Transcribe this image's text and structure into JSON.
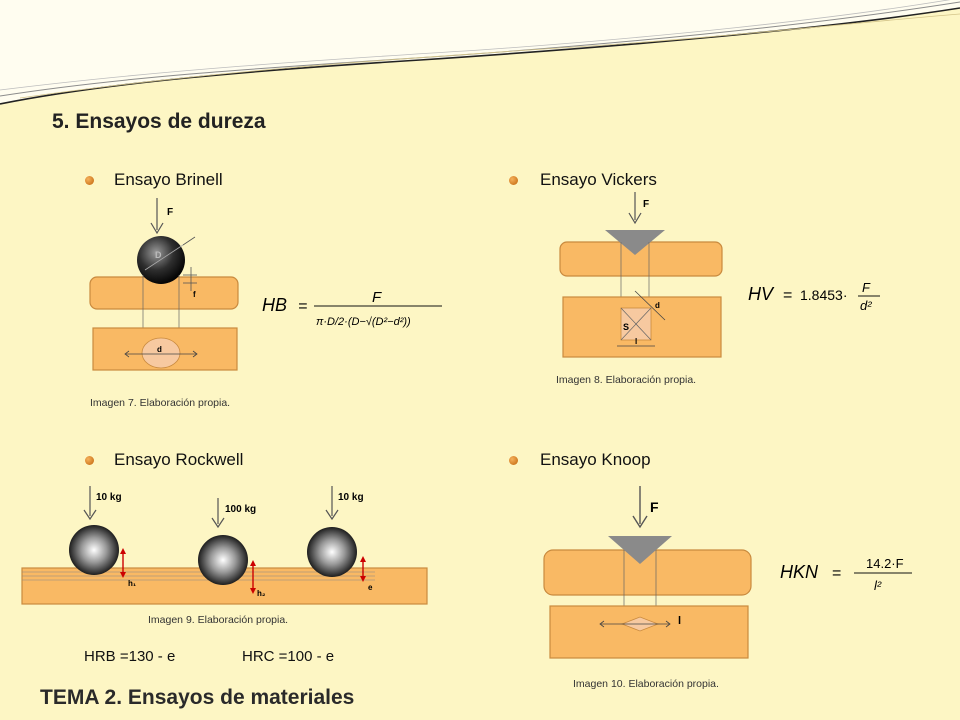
{
  "slide": {
    "title_number": "5.",
    "title_text": "Ensayos de dureza",
    "footer": "TEMA 2. Ensayos de materiales"
  },
  "brinell": {
    "label": "Ensayo Brinell",
    "caption": "Imagen 7. Elaboración propia.",
    "diagram": {
      "force": "F",
      "diameter": "D",
      "depth": "f",
      "imprint": "d"
    },
    "formula": {
      "lhs": "HB",
      "numerator": "F",
      "denominator": "π·D/2·(D−√(D²−d²))"
    }
  },
  "vickers": {
    "label": "Ensayo Vickers",
    "caption": "Imagen 8. Elaboración propia.",
    "diagram": {
      "force": "F",
      "diagonal": "d",
      "area": "S",
      "side": "l"
    },
    "formula": {
      "lhs": "HV",
      "coef": "1.8453·",
      "numerator": "F",
      "denominator": "d²"
    }
  },
  "rockwell": {
    "label": "Ensayo Rockwell",
    "caption": "Imagen 9. Elaboración propia.",
    "diagram": {
      "load1": "10 kg",
      "load2": "100 kg",
      "load3": "10 kg",
      "h1": "h₁",
      "h2": "h₂",
      "e": "e"
    },
    "hrb": "HRB =130 - e",
    "hrc": "HRC =100 - e"
  },
  "knoop": {
    "label": "Ensayo Knoop",
    "caption": "Imagen 10. Elaboración propia.",
    "diagram": {
      "force": "F",
      "length": "l"
    },
    "formula": {
      "lhs": "HKN",
      "numerator": "14.2·F",
      "denominator": "l²"
    }
  },
  "colors": {
    "background": "#FDF6C4",
    "material": "#F9B964",
    "material_stroke": "#C98A3E",
    "indenter": "#8A8A8A",
    "arrow_red": "#CC0000",
    "bullet": "#E08A2B"
  }
}
